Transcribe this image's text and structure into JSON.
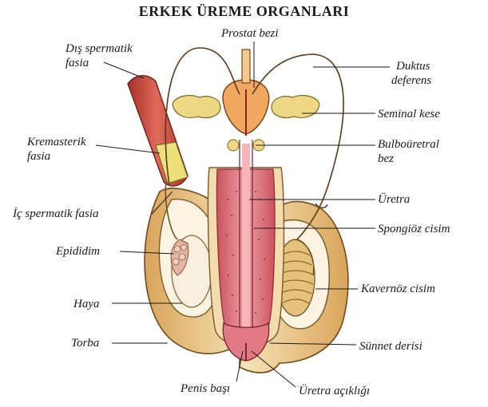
{
  "title": "ERKEK ÜREME ORGANLARI",
  "labels": {
    "prostat_bezi": "Prostat bezi",
    "dis_spermatik_1": "Dış spermatik",
    "dis_spermatik_2": "fasia",
    "duktus_1": "Duktus",
    "duktus_2": "deferens",
    "seminal_kese": "Seminal kese",
    "kremasterik_1": "Kremasterik",
    "kremasterik_2": "fasia",
    "bulbouretral_1": "Bulboüretral",
    "bulbouretral_2": "bez",
    "ic_spermatik": "İç spermatik fasia",
    "uretra": "Üretra",
    "spongioz": "Spongiöz cisim",
    "epididim": "Epididim",
    "kavernoz": "Kavernöz cisim",
    "haya": "Haya",
    "torba": "Torba",
    "sunnet_derisi": "Sünnet derisi",
    "penis_basi": "Penis başı",
    "uretra_acikligi": "Üretra açıklığı"
  },
  "colors": {
    "skin": "#f2d9a6",
    "skin_dark": "#c98a3c",
    "fascia_red": "#c9433a",
    "cavernous": "#d9707a",
    "gland_yellow": "#e7cf6a",
    "testis": "#f4ead2",
    "line": "#1a1a1a"
  }
}
